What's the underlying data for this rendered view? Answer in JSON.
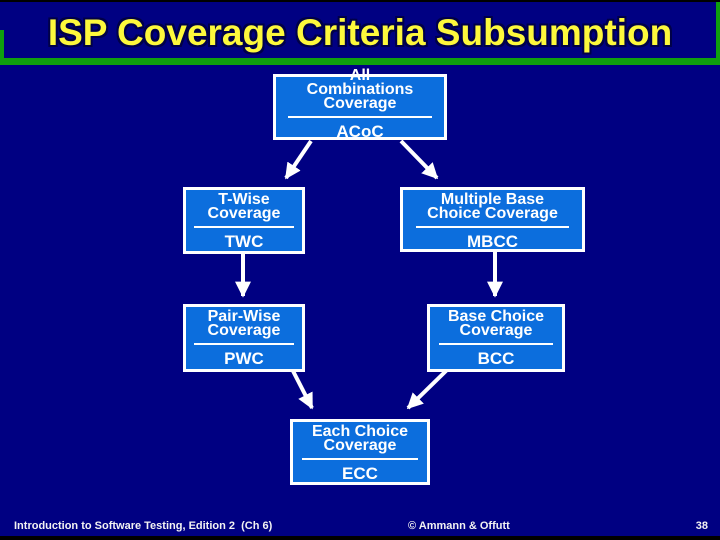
{
  "slide": {
    "title": "ISP Coverage Criteria Subsumption",
    "colors": {
      "background": "#000082",
      "box_fill": "#0c6edd",
      "box_border": "#ffffff",
      "title_text": "#fdf83c",
      "accent_green": "#0f9e0f",
      "arrow": "#ffffff"
    }
  },
  "nodes": [
    {
      "id": "acoc",
      "lines": [
        "All",
        "Combinations",
        "Coverage"
      ],
      "acronym": "ACoC"
    },
    {
      "id": "twc",
      "lines": [
        "T-Wise",
        "Coverage"
      ],
      "acronym": "TWC"
    },
    {
      "id": "mbcc",
      "lines": [
        "Multiple Base",
        "Choice Coverage"
      ],
      "acronym": "MBCC"
    },
    {
      "id": "pwc",
      "lines": [
        "Pair-Wise",
        "Coverage"
      ],
      "acronym": "PWC"
    },
    {
      "id": "bcc",
      "lines": [
        "Base Choice",
        "Coverage"
      ],
      "acronym": "BCC"
    },
    {
      "id": "ecc",
      "lines": [
        "Each Choice",
        "Coverage"
      ],
      "acronym": "ECC"
    }
  ],
  "edges": [
    {
      "from": "ACoC",
      "to": "TWC"
    },
    {
      "from": "ACoC",
      "to": "MBCC"
    },
    {
      "from": "TWC",
      "to": "PWC"
    },
    {
      "from": "MBCC",
      "to": "BCC"
    },
    {
      "from": "PWC",
      "to": "ECC"
    },
    {
      "from": "BCC",
      "to": "ECC"
    }
  ],
  "footer": {
    "left": "Introduction to Software Testing, Edition 2  (Ch 6)",
    "center": "© Ammann & Offutt",
    "page_number": "38"
  }
}
